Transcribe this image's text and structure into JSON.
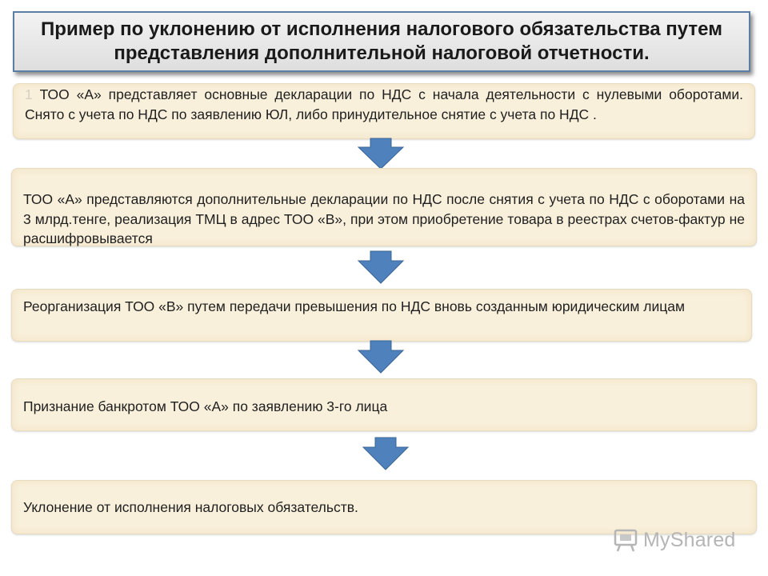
{
  "title": "Пример по уклонению от исполнения налогового обязательства путем представления дополнительной налоговой отчетности.",
  "steps": [
    {
      "number": "1",
      "text": "ТОО «А» представляет основные декларации по НДС с начала деятельности с нулевыми оборотами. Снято с учета по НДС по заявлению ЮЛ, либо принудительное снятие с учета по НДС ."
    },
    {
      "text": "ТОО «А» представляются дополнительные декларации по НДС после снятия с учета по НДС  с оборотами на 3 млрд.тенге, реализация ТМЦ в адрес ТОО «В», при этом приобретение товара в реестрах счетов-фактур не расшифровывается"
    },
    {
      "text": "Реорганизация ТОО «В» путем передачи превышения по НДС вновь созданным юридическим лицам"
    },
    {
      "text": "Признание банкротом ТОО «А» по заявлению 3-го лица"
    },
    {
      "text": "Уклонение от исполнения налоговых обязательств."
    }
  ],
  "watermark": "MyShared",
  "colors": {
    "box_fill": "#f9f0dc",
    "arrow_fill": "#4f81bd",
    "title_border": "#5a7ea6"
  }
}
